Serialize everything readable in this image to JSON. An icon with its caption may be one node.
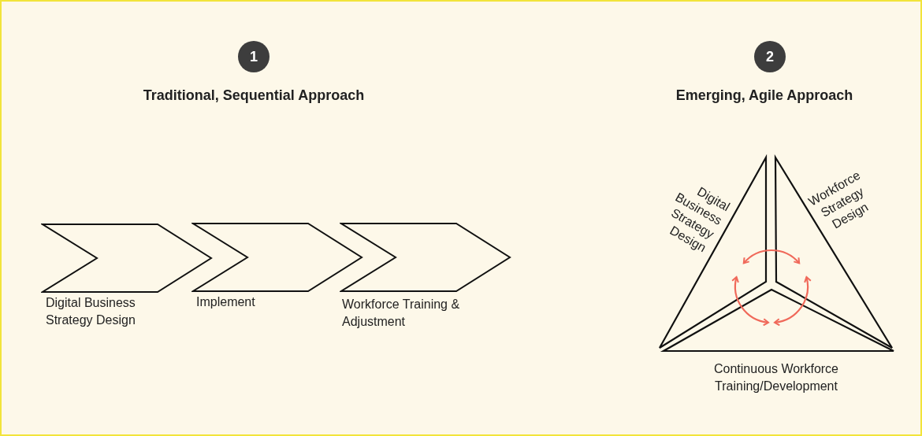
{
  "diagram": {
    "nodes": [
      {
        "text": [
          "1"
        ]
      },
      {
        "text": [
          "2"
        ]
      },
      {
        "text": [
          "Digital Business Strategy Design"
        ]
      },
      {
        "text": [
          "Implement"
        ]
      },
      {
        "text": [
          "Workforce Training & Adjustment"
        ]
      },
      {
        "text": [
          "Digital Business Strategy Design"
        ]
      },
      {
        "text": [
          "Workforce Strategy Design"
        ]
      },
      {
        "text": [
          "Continuous Workforce Training/Development"
        ]
      }
    ],
    "edges": [
      {
        "from": 5,
        "to": 6,
        "arrow": "both"
      },
      {
        "from": 6,
        "to": 7,
        "arrow": "both"
      },
      {
        "from": 5,
        "to": 7,
        "arrow": "both"
      }
    ],
    "labels": [
      "Traditional, Sequential Approach",
      "Emerging, Agile Approach"
    ]
  }
}
